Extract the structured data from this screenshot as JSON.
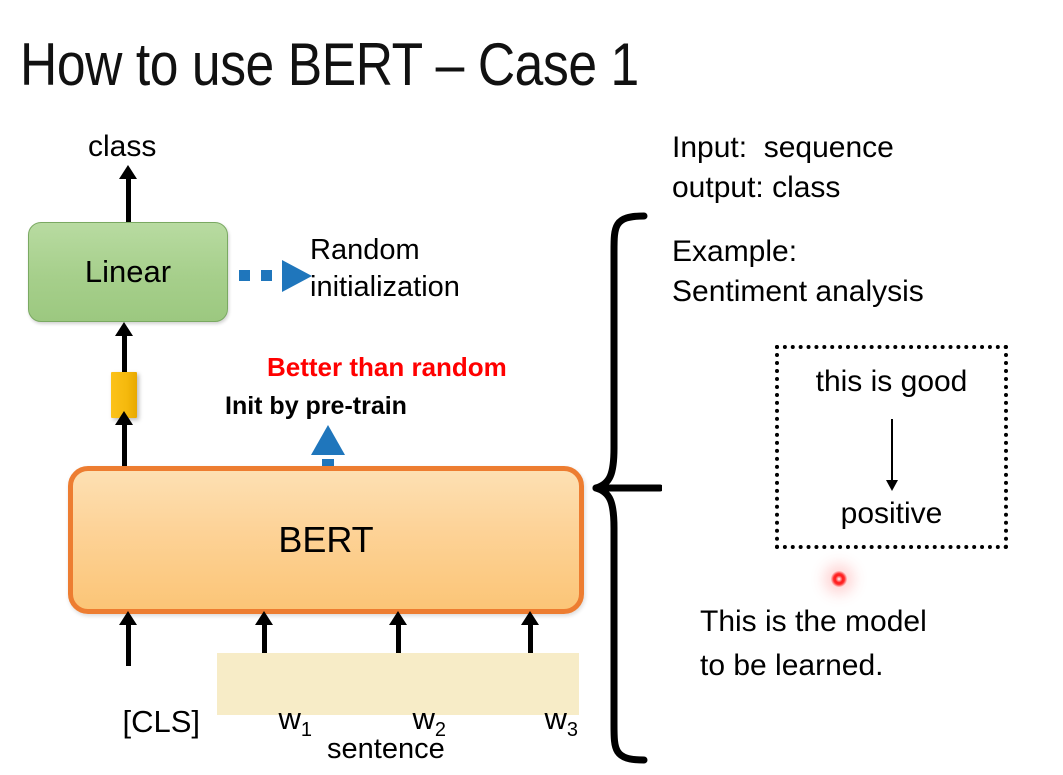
{
  "slide": {
    "title": "How to use BERT – Case 1",
    "background": "#ffffff"
  },
  "diagram": {
    "output_label": "class",
    "linear_box": {
      "label": "Linear",
      "fill": "#a9d08e",
      "border": "#7aa962"
    },
    "gold_connector": {
      "name": "embedding-vector",
      "fill": "#ffc000"
    },
    "bert_box": {
      "label": "BERT",
      "fill": "#fbd296",
      "border": "#ed7d31"
    },
    "random_init_text": "Random\ninitialization",
    "better_than_random_text": "Better than random",
    "better_than_random_color": "#ff0000",
    "init_by_pretrain_text": "Init by pre-train",
    "blue_accent_color": "#1f76bc",
    "tokens": [
      {
        "name": "cls-token",
        "text": "[CLS]",
        "sub": ""
      },
      {
        "name": "word-token-1",
        "text": "w",
        "sub": "1"
      },
      {
        "name": "word-token-2",
        "text": "w",
        "sub": "2"
      },
      {
        "name": "word-token-3",
        "text": "w",
        "sub": "3"
      }
    ],
    "sentence_label": "sentence",
    "sentence_band_color": "#f7ecc7"
  },
  "right_panel": {
    "io_spec": "Input:  sequence\noutput: class",
    "example_heading": "Example:\nSentiment analysis",
    "example_box": {
      "input_text": "this is good",
      "output_text": "positive"
    },
    "model_note": "This is the model\nto be learned.",
    "laser_pointer_color": "#ff2a2a"
  }
}
